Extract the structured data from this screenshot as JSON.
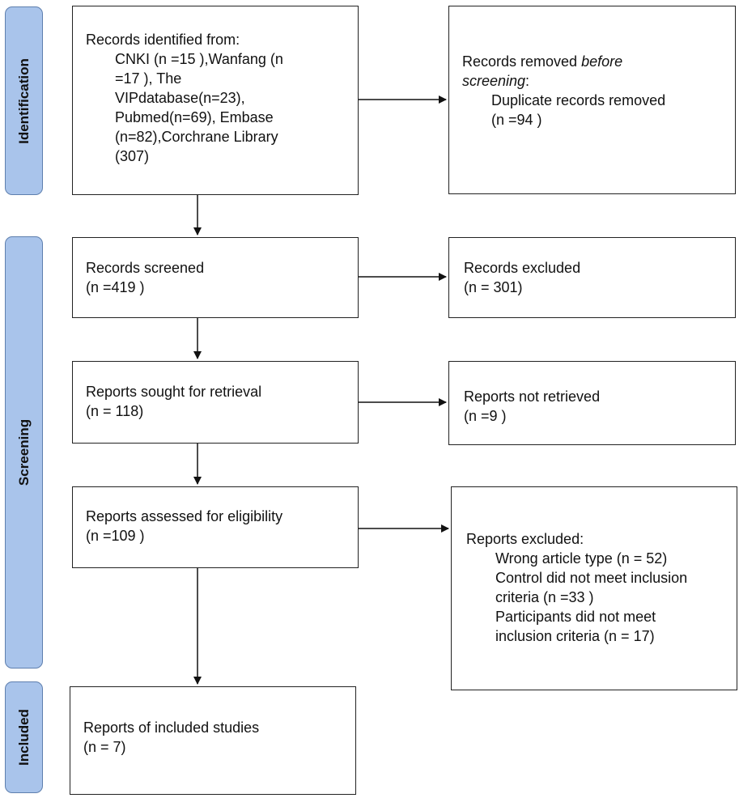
{
  "phases": {
    "identification": "Identification",
    "screening": "Screening",
    "included": "Included"
  },
  "boxes": {
    "identified": {
      "title": "Records identified from:",
      "lines": [
        "CNKI (n =15 ),Wanfang (n",
        "=17 ), The",
        "VIPdatabase(n=23),",
        "Pubmed(n=69), Embase",
        "(n=82),Corchrane Library",
        "(307)"
      ]
    },
    "removed": {
      "title_prefix": "Records removed ",
      "title_italic": "before",
      "title_line2": "screening",
      "title_line2_suffix": ":",
      "detail": "Duplicate records removed",
      "count": "(n =94 )"
    },
    "screened": {
      "title": "Records screened",
      "count": "(n =419 )"
    },
    "excluded": {
      "title": "Records excluded",
      "count": "(n = 301)"
    },
    "sought": {
      "title": "Reports sought for retrieval",
      "count": "(n = 118)"
    },
    "not_retrieved": {
      "title": "Reports not retrieved",
      "count": "(n =9 )"
    },
    "assessed": {
      "title": "Reports assessed for eligibility",
      "count": "(n =109 )"
    },
    "reports_excluded": {
      "title": "Reports excluded:",
      "lines": [
        "Wrong article type (n = 52)",
        "Control did not meet inclusion",
        "criteria (n =33 )",
        "Participants did not meet",
        "inclusion criteria (n = 17)"
      ]
    },
    "included": {
      "title": "Reports of included studies",
      "count": "(n = 7)"
    }
  }
}
